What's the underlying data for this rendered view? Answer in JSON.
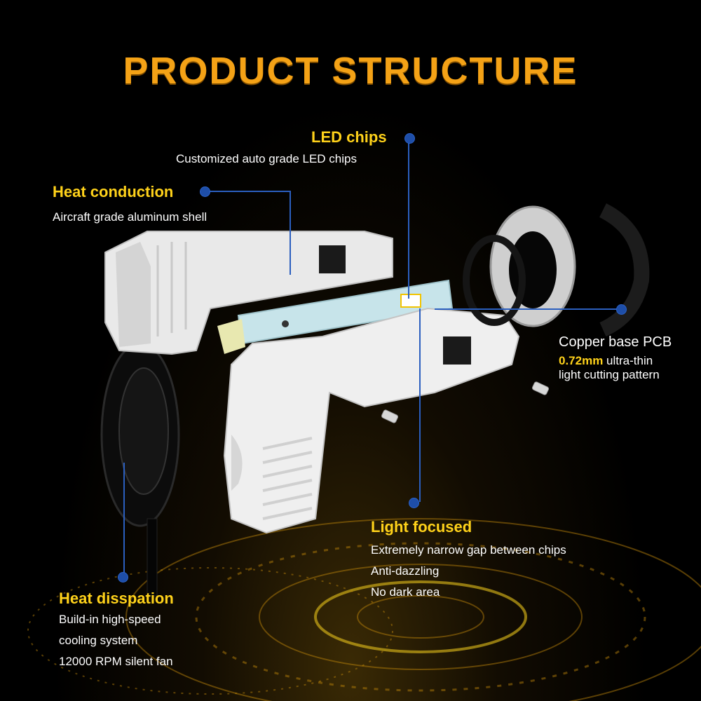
{
  "title": "PRODUCT STRUCTURE",
  "callouts": {
    "led_chips": {
      "label": "LED chips",
      "desc": "Customized auto grade LED chips"
    },
    "heat_conduction": {
      "label": "Heat conduction",
      "desc": "Aircraft grade aluminum shell"
    },
    "copper_pcb": {
      "label": "Copper base PCB",
      "desc_highlight": "0.72mm",
      "desc_rest": " ultra-thin",
      "desc_line2": "light cutting pattern"
    },
    "light_focused": {
      "label": "Light focused",
      "lines": [
        "Extremely narrow gap between chips",
        "Anti-dazzling",
        "No dark area"
      ]
    },
    "heat_dissipation": {
      "label": "Heat disspation",
      "lines": [
        "Build-in high-speed",
        "cooling system",
        "12000 RPM silent fan"
      ]
    }
  },
  "colors": {
    "title": "#f4a216",
    "label": "#ffd21a",
    "accent_line": "#2b5fbf",
    "background": "#000000"
  }
}
